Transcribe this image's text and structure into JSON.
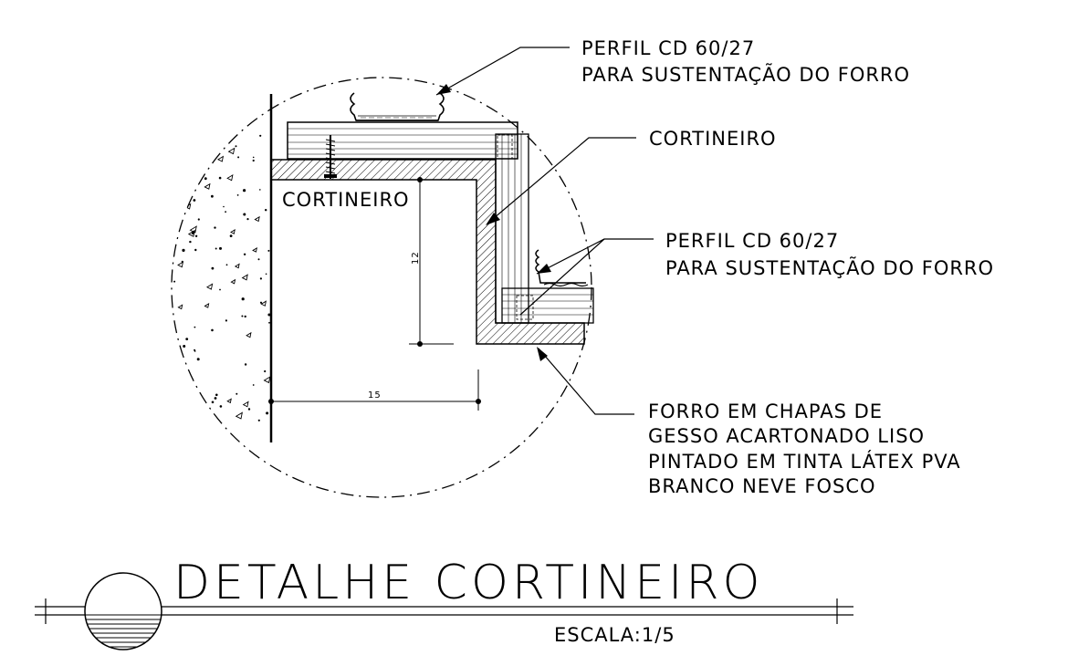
{
  "labels": {
    "perfil_top": [
      "PERFIL CD 60/27",
      "PARA SUSTENTAÇÃO DO FORRO"
    ],
    "cortineiro_right": "CORTINEIRO",
    "cortineiro_inner": "CORTINEIRO",
    "perfil_right": [
      "PERFIL CD 60/27",
      "PARA SUSTENTAÇÃO DO FORRO"
    ],
    "forro": [
      "FORRO EM CHAPAS DE",
      "GESSO ACARTONADO LISO",
      "PINTADO EM TINTA LÁTEX PVA",
      "BRANCO NEVE FOSCO"
    ]
  },
  "dimensions": {
    "vertical": "12",
    "horizontal": "15"
  },
  "title": "DETALHE CORTINEIRO",
  "scale": "ESCALA:1/5"
}
